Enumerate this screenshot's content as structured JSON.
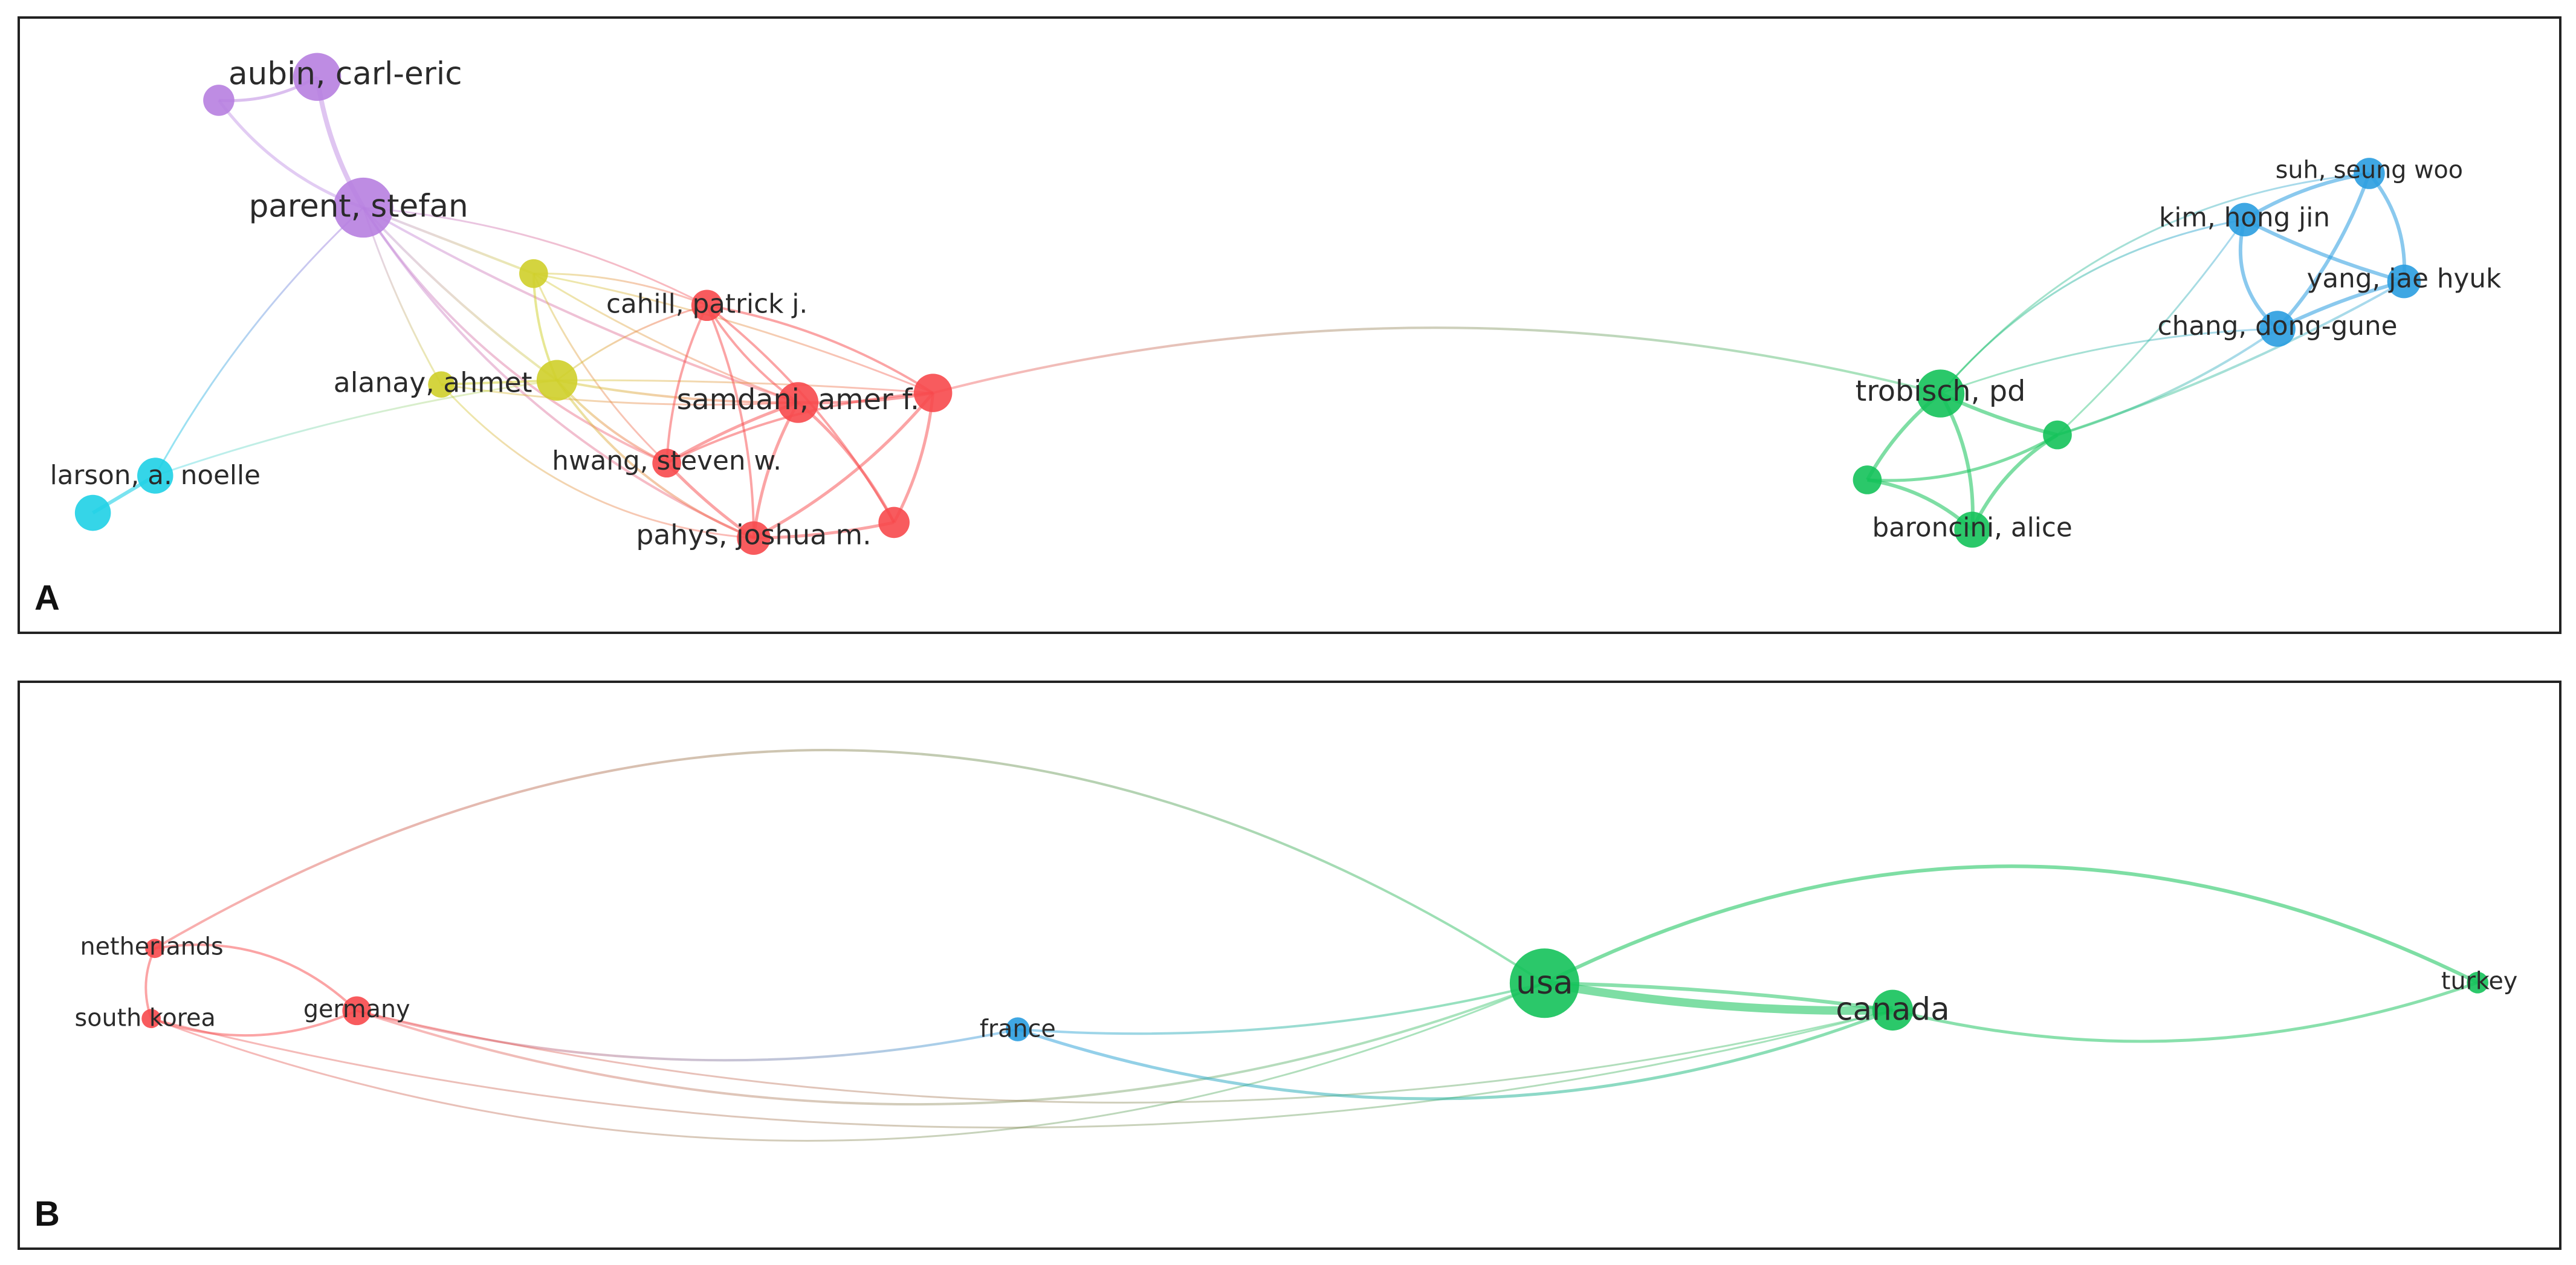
{
  "panels": [
    {
      "letter": "A",
      "colors": {
        "purple": "#b77fe0",
        "cyan": "#1fd0e6",
        "yellow": "#cfcf2a",
        "red": "#f7494c",
        "green": "#14c25a",
        "blue": "#2a9de0"
      },
      "nodes": [
        {
          "id": "aubin",
          "label": "aubin, carl-eric",
          "color": "purple"
        },
        {
          "id": "p2",
          "label": "",
          "color": "purple"
        },
        {
          "id": "parent",
          "label": "parent, stefan",
          "color": "purple"
        },
        {
          "id": "y1",
          "label": "",
          "color": "yellow"
        },
        {
          "id": "alanay",
          "label": "alanay, ahmet",
          "color": "yellow"
        },
        {
          "id": "y3",
          "label": "",
          "color": "yellow"
        },
        {
          "id": "cahill",
          "label": "cahill, patrick j.",
          "color": "red"
        },
        {
          "id": "samdani",
          "label": "samdani, amer f.",
          "color": "red"
        },
        {
          "id": "r3",
          "label": "",
          "color": "red"
        },
        {
          "id": "hwang",
          "label": "hwang, steven w.",
          "color": "red"
        },
        {
          "id": "pahys",
          "label": "pahys, joshua m.",
          "color": "red"
        },
        {
          "id": "r6",
          "label": "",
          "color": "red"
        },
        {
          "id": "larson",
          "label": "larson, a. noelle",
          "color": "cyan"
        },
        {
          "id": "c2",
          "label": "",
          "color": "cyan"
        },
        {
          "id": "trobisch",
          "label": "trobisch, pd",
          "color": "green"
        },
        {
          "id": "g2",
          "label": "",
          "color": "green"
        },
        {
          "id": "g3",
          "label": "",
          "color": "green"
        },
        {
          "id": "baroncini",
          "label": "baroncini, alice",
          "color": "green"
        },
        {
          "id": "suh",
          "label": "suh, seung woo",
          "color": "blue"
        },
        {
          "id": "kim",
          "label": "kim, hong jin",
          "color": "blue"
        },
        {
          "id": "yang",
          "label": "yang, jae hyuk",
          "color": "blue"
        },
        {
          "id": "chang",
          "label": "chang, dong-gune",
          "color": "blue"
        }
      ]
    },
    {
      "letter": "B",
      "colors": {
        "red": "#f7494c",
        "green": "#14c25a",
        "blue": "#2a9de0"
      },
      "nodes": [
        {
          "id": "netherlands",
          "label": "netherlands",
          "color": "red"
        },
        {
          "id": "southkorea",
          "label": "south korea",
          "color": "red"
        },
        {
          "id": "germany",
          "label": "germany",
          "color": "red"
        },
        {
          "id": "france",
          "label": "france",
          "color": "blue"
        },
        {
          "id": "usa",
          "label": "usa",
          "color": "green"
        },
        {
          "id": "canada",
          "label": "canada",
          "color": "green"
        },
        {
          "id": "turkey",
          "label": "turkey",
          "color": "green"
        }
      ]
    }
  ]
}
